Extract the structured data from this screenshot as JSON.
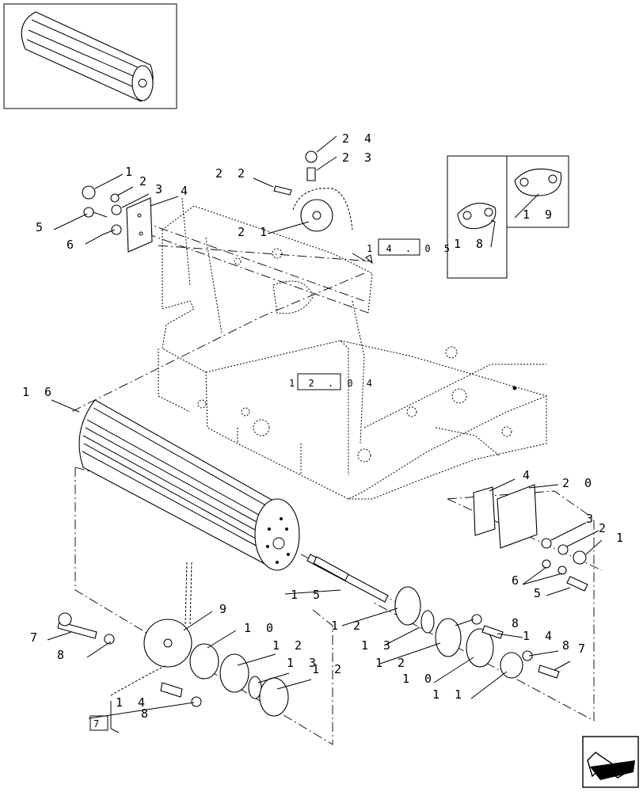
{
  "callouts": {
    "c1a": "1",
    "c2a": "2",
    "c3a": "3",
    "c4a": "4",
    "c5a": "5",
    "c6a": "6",
    "c22": "2 2",
    "c21": "2 1",
    "c24": "2 4",
    "c23": "2 3",
    "c18": "1 8",
    "c19": "1 9",
    "c16": "1 6",
    "c4b": "4",
    "c20": "2 0",
    "c3b": "3",
    "c2b": "2",
    "c1b": "1",
    "c6b": "6",
    "c5b": "5",
    "c15": "1 5",
    "c9": "9",
    "c7a": "7",
    "c8a": "8",
    "c10a": "1 0",
    "c12a": "1 2",
    "c13a": "1 3",
    "c12b": "1 2",
    "c14a": "1 4",
    "c8b": "8",
    "c12c": "1 2",
    "c13b": "1 3",
    "c12d": "1 2",
    "c10b": "1 0",
    "c11": "1 1",
    "c8c": "8",
    "c14b": "1 4",
    "c8d": "8",
    "c7b": "7"
  },
  "references": {
    "ref_top": "1 4 . 0 5",
    "ref_mid": "1 2 . 0 4",
    "ref_bottom": "7"
  }
}
